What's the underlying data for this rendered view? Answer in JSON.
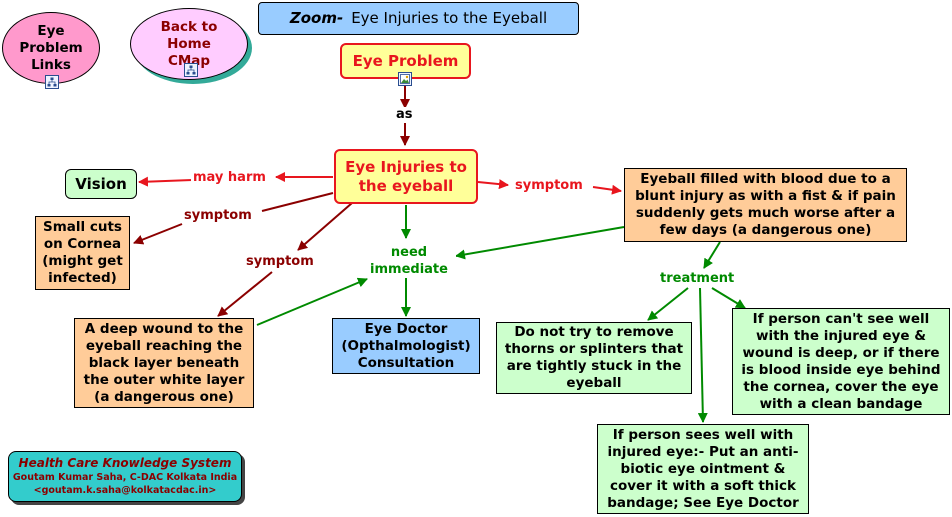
{
  "title": {
    "prefix": "Zoom-",
    "text": "Eye Injuries to the Eyeball"
  },
  "links": {
    "eye_problem_links": "Eye Problem Links",
    "back_home": "Back to Home CMap"
  },
  "nodes": {
    "eye_problem": "Eye Problem",
    "eye_injuries": "Eye Injuries to the eyeball",
    "vision": "Vision",
    "small_cuts": "Small cuts on Cornea (might get infected)",
    "deep_wound": "A deep wound to the eyeball reaching the black layer beneath the outer white layer (a dangerous one)",
    "eye_doctor": "Eye Doctor (Opthalmologist) Consultation",
    "blood": "Eyeball filled with blood due to a blunt injury as with a fist & if pain suddenly gets much worse after a few days (a dangerous one)",
    "thorns": "Do not try to remove thorns or splinters that are tightly stuck in the eyeball",
    "cant_see": "If person can't see well with the injured eye & wound is deep, or if there is blood inside eye behind the cornea, cover the eye with a clean bandage",
    "sees_well": "If person sees well with injured eye:- Put an anti-biotic eye ointment & cover it with a soft thick bandage; See Eye Doctor"
  },
  "labels": {
    "as": "as",
    "may_harm": "may harm",
    "symptom_left": "symptom",
    "symptom_mid": "symptom",
    "symptom_right": "symptom",
    "need_immediate": "need immediate",
    "treatment": "treatment"
  },
  "footer": {
    "system": "Health Care Knowledge System",
    "author": "Goutam Kumar Saha, C-DAC Kolkata India",
    "email": "<goutam.k.saha@kolkatacdac.in>"
  },
  "colors": {
    "red_link": "#e8161e",
    "green_link": "#008a00",
    "maroon_link": "#8b0000",
    "title_bg": "#99ccff",
    "yellow_node": "#ffff99",
    "orange_node": "#ffcc99",
    "green_node": "#ccffcc",
    "blue_node": "#99ccff",
    "pink_node": "#ff99cc",
    "teal_footer": "#33cccc"
  },
  "icons": [
    "concept-map-icon",
    "image-icon"
  ]
}
